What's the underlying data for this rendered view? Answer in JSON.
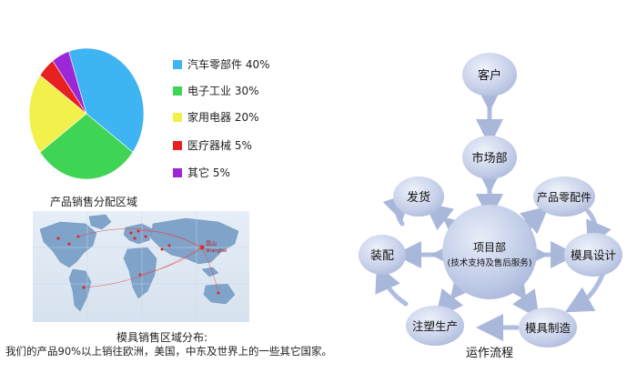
{
  "chart_data": {
    "type": "pie",
    "title": "产品销售分配区域",
    "slices": [
      {
        "label": "汽车零部件 40%",
        "value": 40,
        "color": "#3fb4f3"
      },
      {
        "label": "电子工业 30%",
        "value": 30,
        "color": "#3fd454"
      },
      {
        "label": "家用电器 20%",
        "value": 20,
        "color": "#f2f04a"
      },
      {
        "label": "医疗器械 5%",
        "value": 5,
        "color": "#e82020"
      },
      {
        "label": "其它 5%",
        "value": 5,
        "color": "#9b27d6"
      }
    ]
  },
  "map": {
    "marker_label": "昆山",
    "marker_sublabel": "Shanghai",
    "caption_title": "模具销售区域分布:",
    "caption_text": "我们的产品90%以上销往欧洲，美国，中东及世界上的一些其它国家。"
  },
  "flow": {
    "center_title": "项目部",
    "center_subtitle": "(技术支持及售后服务)",
    "nodes": {
      "customer": "客户",
      "market": "市场部",
      "shipping": "发货",
      "parts": "产品零配件",
      "assembly": "装配",
      "mold_design": "模具设计",
      "injection": "注塑生产",
      "mold_making": "模具制造"
    },
    "caption": "运作流程"
  }
}
